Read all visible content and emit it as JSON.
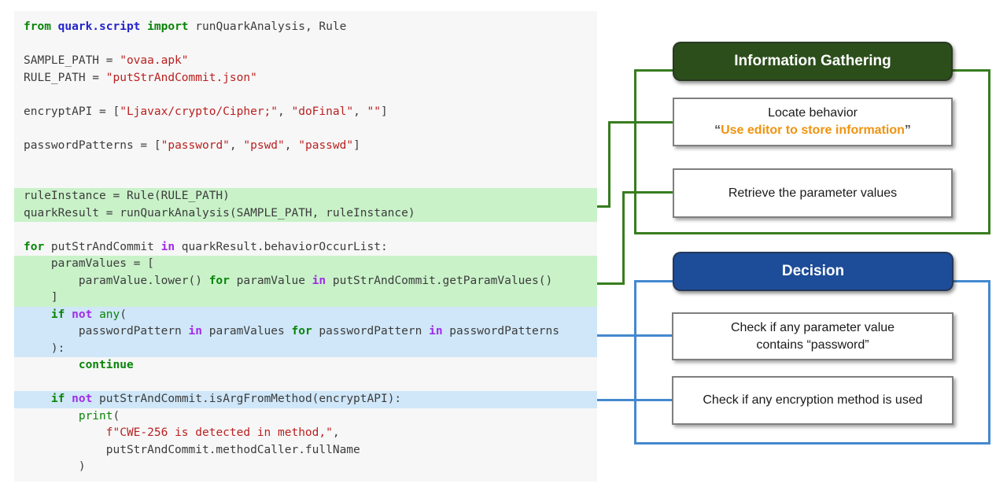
{
  "colors": {
    "code-bg": "#f7f7f7",
    "hl-green": "#c9f2c9",
    "hl-blue": "#cfe7f8",
    "code-text": "#3c3c3c",
    "tok-keyword": "#098509",
    "tok-namespace": "#2424cc",
    "tok-opword": "#a12ce8",
    "tok-string": "#ba2121",
    "tok-builtin": "#098509",
    "green-header-bg": "#2c4e1b",
    "blue-header-bg": "#1d4c98",
    "green-line": "#377d1f",
    "blue-line": "#4489cf",
    "box-border": "#7f7f7f",
    "orange-text": "#f0930f",
    "quote-text": "#4a4a4a"
  },
  "code_panel": {
    "language": "python",
    "lines": [
      {
        "hl": "",
        "tokens": [
          {
            "t": "from",
            "c": "k"
          },
          {
            "t": " ",
            "c": "p"
          },
          {
            "t": "quark.script",
            "c": "nn"
          },
          {
            "t": " ",
            "c": "p"
          },
          {
            "t": "import",
            "c": "k"
          },
          {
            "t": " runQuarkAnalysis, Rule",
            "c": "p"
          }
        ]
      },
      {
        "hl": "",
        "tokens": []
      },
      {
        "hl": "",
        "tokens": [
          {
            "t": "SAMPLE_PATH = ",
            "c": "p"
          },
          {
            "t": "\"ovaa.apk\"",
            "c": "s"
          }
        ]
      },
      {
        "hl": "",
        "tokens": [
          {
            "t": "RULE_PATH = ",
            "c": "p"
          },
          {
            "t": "\"putStrAndCommit.json\"",
            "c": "s"
          }
        ]
      },
      {
        "hl": "",
        "tokens": []
      },
      {
        "hl": "",
        "tokens": [
          {
            "t": "encryptAPI = [",
            "c": "p"
          },
          {
            "t": "\"Ljavax/crypto/Cipher;\"",
            "c": "s"
          },
          {
            "t": ", ",
            "c": "p"
          },
          {
            "t": "\"doFinal\"",
            "c": "s"
          },
          {
            "t": ", ",
            "c": "p"
          },
          {
            "t": "\"\"",
            "c": "s"
          },
          {
            "t": "]",
            "c": "p"
          }
        ]
      },
      {
        "hl": "",
        "tokens": []
      },
      {
        "hl": "",
        "tokens": [
          {
            "t": "passwordPatterns = [",
            "c": "p"
          },
          {
            "t": "\"password\"",
            "c": "s"
          },
          {
            "t": ", ",
            "c": "p"
          },
          {
            "t": "\"pswd\"",
            "c": "s"
          },
          {
            "t": ", ",
            "c": "p"
          },
          {
            "t": "\"passwd\"",
            "c": "s"
          },
          {
            "t": "]",
            "c": "p"
          }
        ]
      },
      {
        "hl": "",
        "tokens": []
      },
      {
        "hl": "",
        "tokens": []
      },
      {
        "hl": "green",
        "tokens": [
          {
            "t": "ruleInstance = Rule(RULE_PATH)",
            "c": "p"
          }
        ]
      },
      {
        "hl": "green",
        "tokens": [
          {
            "t": "quarkResult = runQuarkAnalysis(SAMPLE_PATH, ruleInstance)",
            "c": "p"
          }
        ]
      },
      {
        "hl": "",
        "tokens": []
      },
      {
        "hl": "",
        "tokens": [
          {
            "t": "for",
            "c": "k"
          },
          {
            "t": " putStrAndCommit ",
            "c": "p"
          },
          {
            "t": "in",
            "c": "ow"
          },
          {
            "t": " quarkResult.behaviorOccurList:",
            "c": "p"
          }
        ]
      },
      {
        "hl": "green",
        "tokens": [
          {
            "t": "    paramValues = [",
            "c": "p"
          }
        ]
      },
      {
        "hl": "green",
        "tokens": [
          {
            "t": "        paramValue.lower() ",
            "c": "p"
          },
          {
            "t": "for",
            "c": "k"
          },
          {
            "t": " paramValue ",
            "c": "p"
          },
          {
            "t": "in",
            "c": "ow"
          },
          {
            "t": " putStrAndCommit.getParamValues()",
            "c": "p"
          }
        ]
      },
      {
        "hl": "green",
        "tokens": [
          {
            "t": "    ]",
            "c": "p"
          }
        ]
      },
      {
        "hl": "blue",
        "tokens": [
          {
            "t": "    ",
            "c": "p"
          },
          {
            "t": "if",
            "c": "k"
          },
          {
            "t": " ",
            "c": "p"
          },
          {
            "t": "not",
            "c": "ow"
          },
          {
            "t": " ",
            "c": "p"
          },
          {
            "t": "any",
            "c": "b"
          },
          {
            "t": "(",
            "c": "p"
          }
        ]
      },
      {
        "hl": "blue",
        "tokens": [
          {
            "t": "        passwordPattern ",
            "c": "p"
          },
          {
            "t": "in",
            "c": "ow"
          },
          {
            "t": " paramValues ",
            "c": "p"
          },
          {
            "t": "for",
            "c": "k"
          },
          {
            "t": " passwordPattern ",
            "c": "p"
          },
          {
            "t": "in",
            "c": "ow"
          },
          {
            "t": " passwordPatterns",
            "c": "p"
          }
        ]
      },
      {
        "hl": "blue",
        "tokens": [
          {
            "t": "    ):",
            "c": "p"
          }
        ]
      },
      {
        "hl": "",
        "tokens": [
          {
            "t": "        ",
            "c": "p"
          },
          {
            "t": "continue",
            "c": "k"
          }
        ]
      },
      {
        "hl": "",
        "tokens": []
      },
      {
        "hl": "blue",
        "tokens": [
          {
            "t": "    ",
            "c": "p"
          },
          {
            "t": "if",
            "c": "k"
          },
          {
            "t": " ",
            "c": "p"
          },
          {
            "t": "not",
            "c": "ow"
          },
          {
            "t": " putStrAndCommit.isArgFromMethod(encryptAPI):",
            "c": "p"
          }
        ]
      },
      {
        "hl": "",
        "tokens": [
          {
            "t": "        ",
            "c": "p"
          },
          {
            "t": "print",
            "c": "b"
          },
          {
            "t": "(",
            "c": "p"
          }
        ]
      },
      {
        "hl": "",
        "tokens": [
          {
            "t": "            ",
            "c": "p"
          },
          {
            "t": "f\"CWE-256 is detected in method,\"",
            "c": "s"
          },
          {
            "t": ",",
            "c": "p"
          }
        ]
      },
      {
        "hl": "",
        "tokens": [
          {
            "t": "            putStrAndCommit.methodCaller.fullName",
            "c": "p"
          }
        ]
      },
      {
        "hl": "",
        "tokens": [
          {
            "t": "        )",
            "c": "p"
          }
        ]
      }
    ]
  },
  "flowchart": {
    "information_gathering": {
      "title": "Information Gathering",
      "locate_box": {
        "line1": "Locate behavior",
        "quote_open": "“",
        "highlight": "Use editor to store information",
        "quote_close": "”"
      },
      "retrieve_box": {
        "text": "Retrieve the parameter values"
      }
    },
    "decision": {
      "title": "Decision",
      "check_password_box": {
        "line1": "Check if any parameter value",
        "line2": "contains “password”"
      },
      "check_encryption_box": {
        "text": "Check if any encryption method is used"
      }
    }
  }
}
